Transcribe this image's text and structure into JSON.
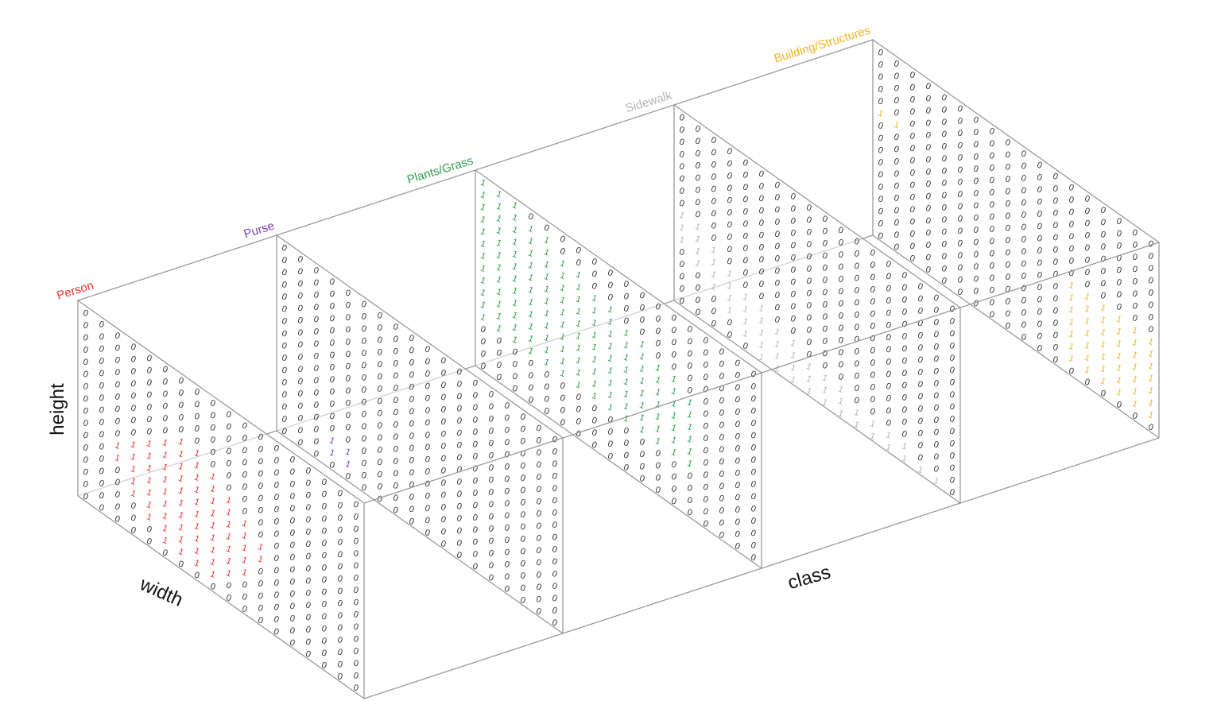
{
  "axes": {
    "height_label": "height",
    "width_label": "width",
    "class_label": "class"
  },
  "cell_values": {
    "zero": "0",
    "one": "1"
  },
  "classes": [
    {
      "name": "Person",
      "color": "#e8342c",
      "mask": [
        "000000000000000000",
        "000000000000000000",
        "000000000000000000",
        "000000000000000000",
        "000000000000000000",
        "000000110000000000",
        "000001111000000000",
        "000011111100000000",
        "000111111110000000",
        "001111111111000000",
        "001111111111000000",
        "000111111110000000",
        "000111111110000000",
        "000011111100000000",
        "000001111000000000",
        "000000000000000000"
      ]
    },
    {
      "name": "Purse",
      "color": "#7a3fb0",
      "mask": [
        "000000000000000000",
        "000000000000000000",
        "000000000000000000",
        "000000000000000000",
        "000000000000000000",
        "000000000000000000",
        "000000000000000000",
        "000000000000000000",
        "000000000000000000",
        "000000000000000000",
        "000000000000000000",
        "000000000000000000",
        "000000000000000000",
        "000110000000000000",
        "000110000000000000",
        "000000000000000000"
      ]
    },
    {
      "name": "Plants/Grass",
      "color": "#2e9e4a",
      "mask": [
        "111000000000000000",
        "111110000000000000",
        "111111100000000000",
        "111111111000000000",
        "111111111110000000",
        "111111111111100000",
        "111111111111110000",
        "111111111111110000",
        "111111111111110000",
        "111111111111110000",
        "111111111111110000",
        "111111111111110000",
        "000000000000000000",
        "000000000000000000",
        "000000000000000000",
        "000000000000000000"
      ]
    },
    {
      "name": "Sidewalk",
      "color": "#b5b5b5",
      "mask": [
        "000000000000000000",
        "000000000000000000",
        "000000000000000000",
        "000000000000000000",
        "000000000000000000",
        "000000000000000000",
        "000000000000000000",
        "000000000000000000",
        "110000000000000000",
        "111000000000000000",
        "111100000000000000",
        "011111000000000000",
        "001111110000000000",
        "000111111110000000",
        "000011111111111000",
        "000001111111111110"
      ]
    },
    {
      "name": "Building/Structures",
      "color": "#f0b323",
      "mask": [
        "000000000000000000",
        "000000000000000000",
        "000000000000000000",
        "000000000000000000",
        "000000000000000000",
        "110000000000000000",
        "000000000000000000",
        "000000000000000000",
        "000000000000111111",
        "000000000000111111",
        "000000000000111111",
        "000000000000111111",
        "000000000000111111",
        "000000000000111111",
        "000000000000111111",
        "000000000000000000"
      ]
    }
  ]
}
